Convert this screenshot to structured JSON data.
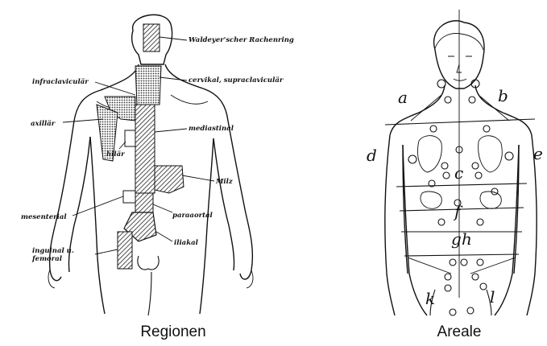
{
  "regionen": {
    "caption": "Regionen",
    "labels": {
      "waldeyer": "Waldeyer'scher Rachenring",
      "infraclav": "infraclaviculär",
      "cervikal": "cervikal, supraclaviculär",
      "axillar": "axillär",
      "mediastinal": "mediastinal",
      "hilar": "hilär",
      "milz": "Milz",
      "mesenterial": "mesenterial",
      "paraaortal": "paraaortal",
      "iliakal": "iliakal",
      "inguinal_1": "inguinal u.",
      "inguinal_2": "femoral"
    }
  },
  "areale": {
    "caption": "Areale",
    "letters": {
      "a": "a",
      "b": "b",
      "c": "c",
      "d": "d",
      "e": "e",
      "f": "f",
      "g": "g",
      "h": "h",
      "k": "k",
      "l": "l"
    }
  },
  "colors": {
    "ink": "#111111",
    "background": "#ffffff"
  }
}
